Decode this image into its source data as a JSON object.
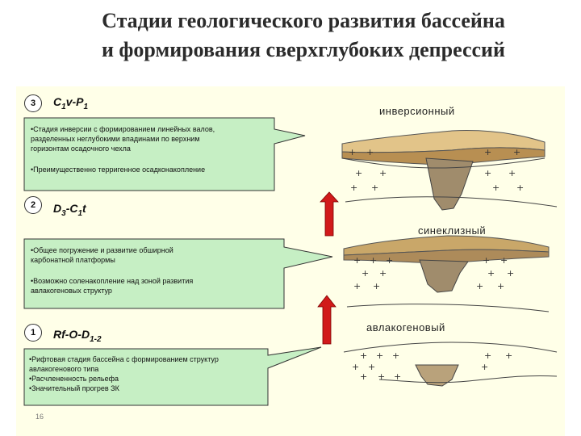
{
  "slide": {
    "title_line1": "Стадии геологического развития бассейна",
    "title_line2": "и формирования сверхглубоких депрессий",
    "page_number": "16"
  },
  "stages": [
    {
      "number": "3",
      "label": {
        "a": "C",
        "a_sub": "1",
        "b": "v-P",
        "b_sub": "1",
        "c": "",
        "c_sub": ""
      },
      "bullets": [
        "•Стадия инверсии с формированием линейных валов,",
        "разделенных неглубокими впадинами по верхним",
        "горизонтам осадочного чехла",
        "•Преимущественно терригенное осадконакопление"
      ],
      "profile_label": "инверсионный"
    },
    {
      "number": "2",
      "label": {
        "a": "D",
        "a_sub": "3",
        "b": "-C",
        "b_sub": "1",
        "c": "t",
        "c_sub": ""
      },
      "bullets": [
        "•Общее погружение и развитие обширной",
        "карбонатной платформы",
        "•Возможно соленакопление над зоной развития",
        "авлакогеновых структур"
      ],
      "profile_label": "синеклизный"
    },
    {
      "number": "1",
      "label": {
        "a": "Rf-O-D",
        "a_sub": "1-2",
        "b": "",
        "b_sub": "",
        "c": "",
        "c_sub": ""
      },
      "bullets": [
        "•Рифтовая стадия бассейна с формированием структур",
        "авлакогенового типа",
        "•Расчлененность рельефа",
        "•Значительный прогрев ЗК"
      ],
      "profile_label": "авлакогеновый"
    }
  ],
  "colors": {
    "panel": "#ffffe8",
    "callout_fill": "#c6efc4",
    "arrow": "#d11a1a",
    "sediment_upper": "#c9a769",
    "sediment_lower": "#a08c6c"
  }
}
